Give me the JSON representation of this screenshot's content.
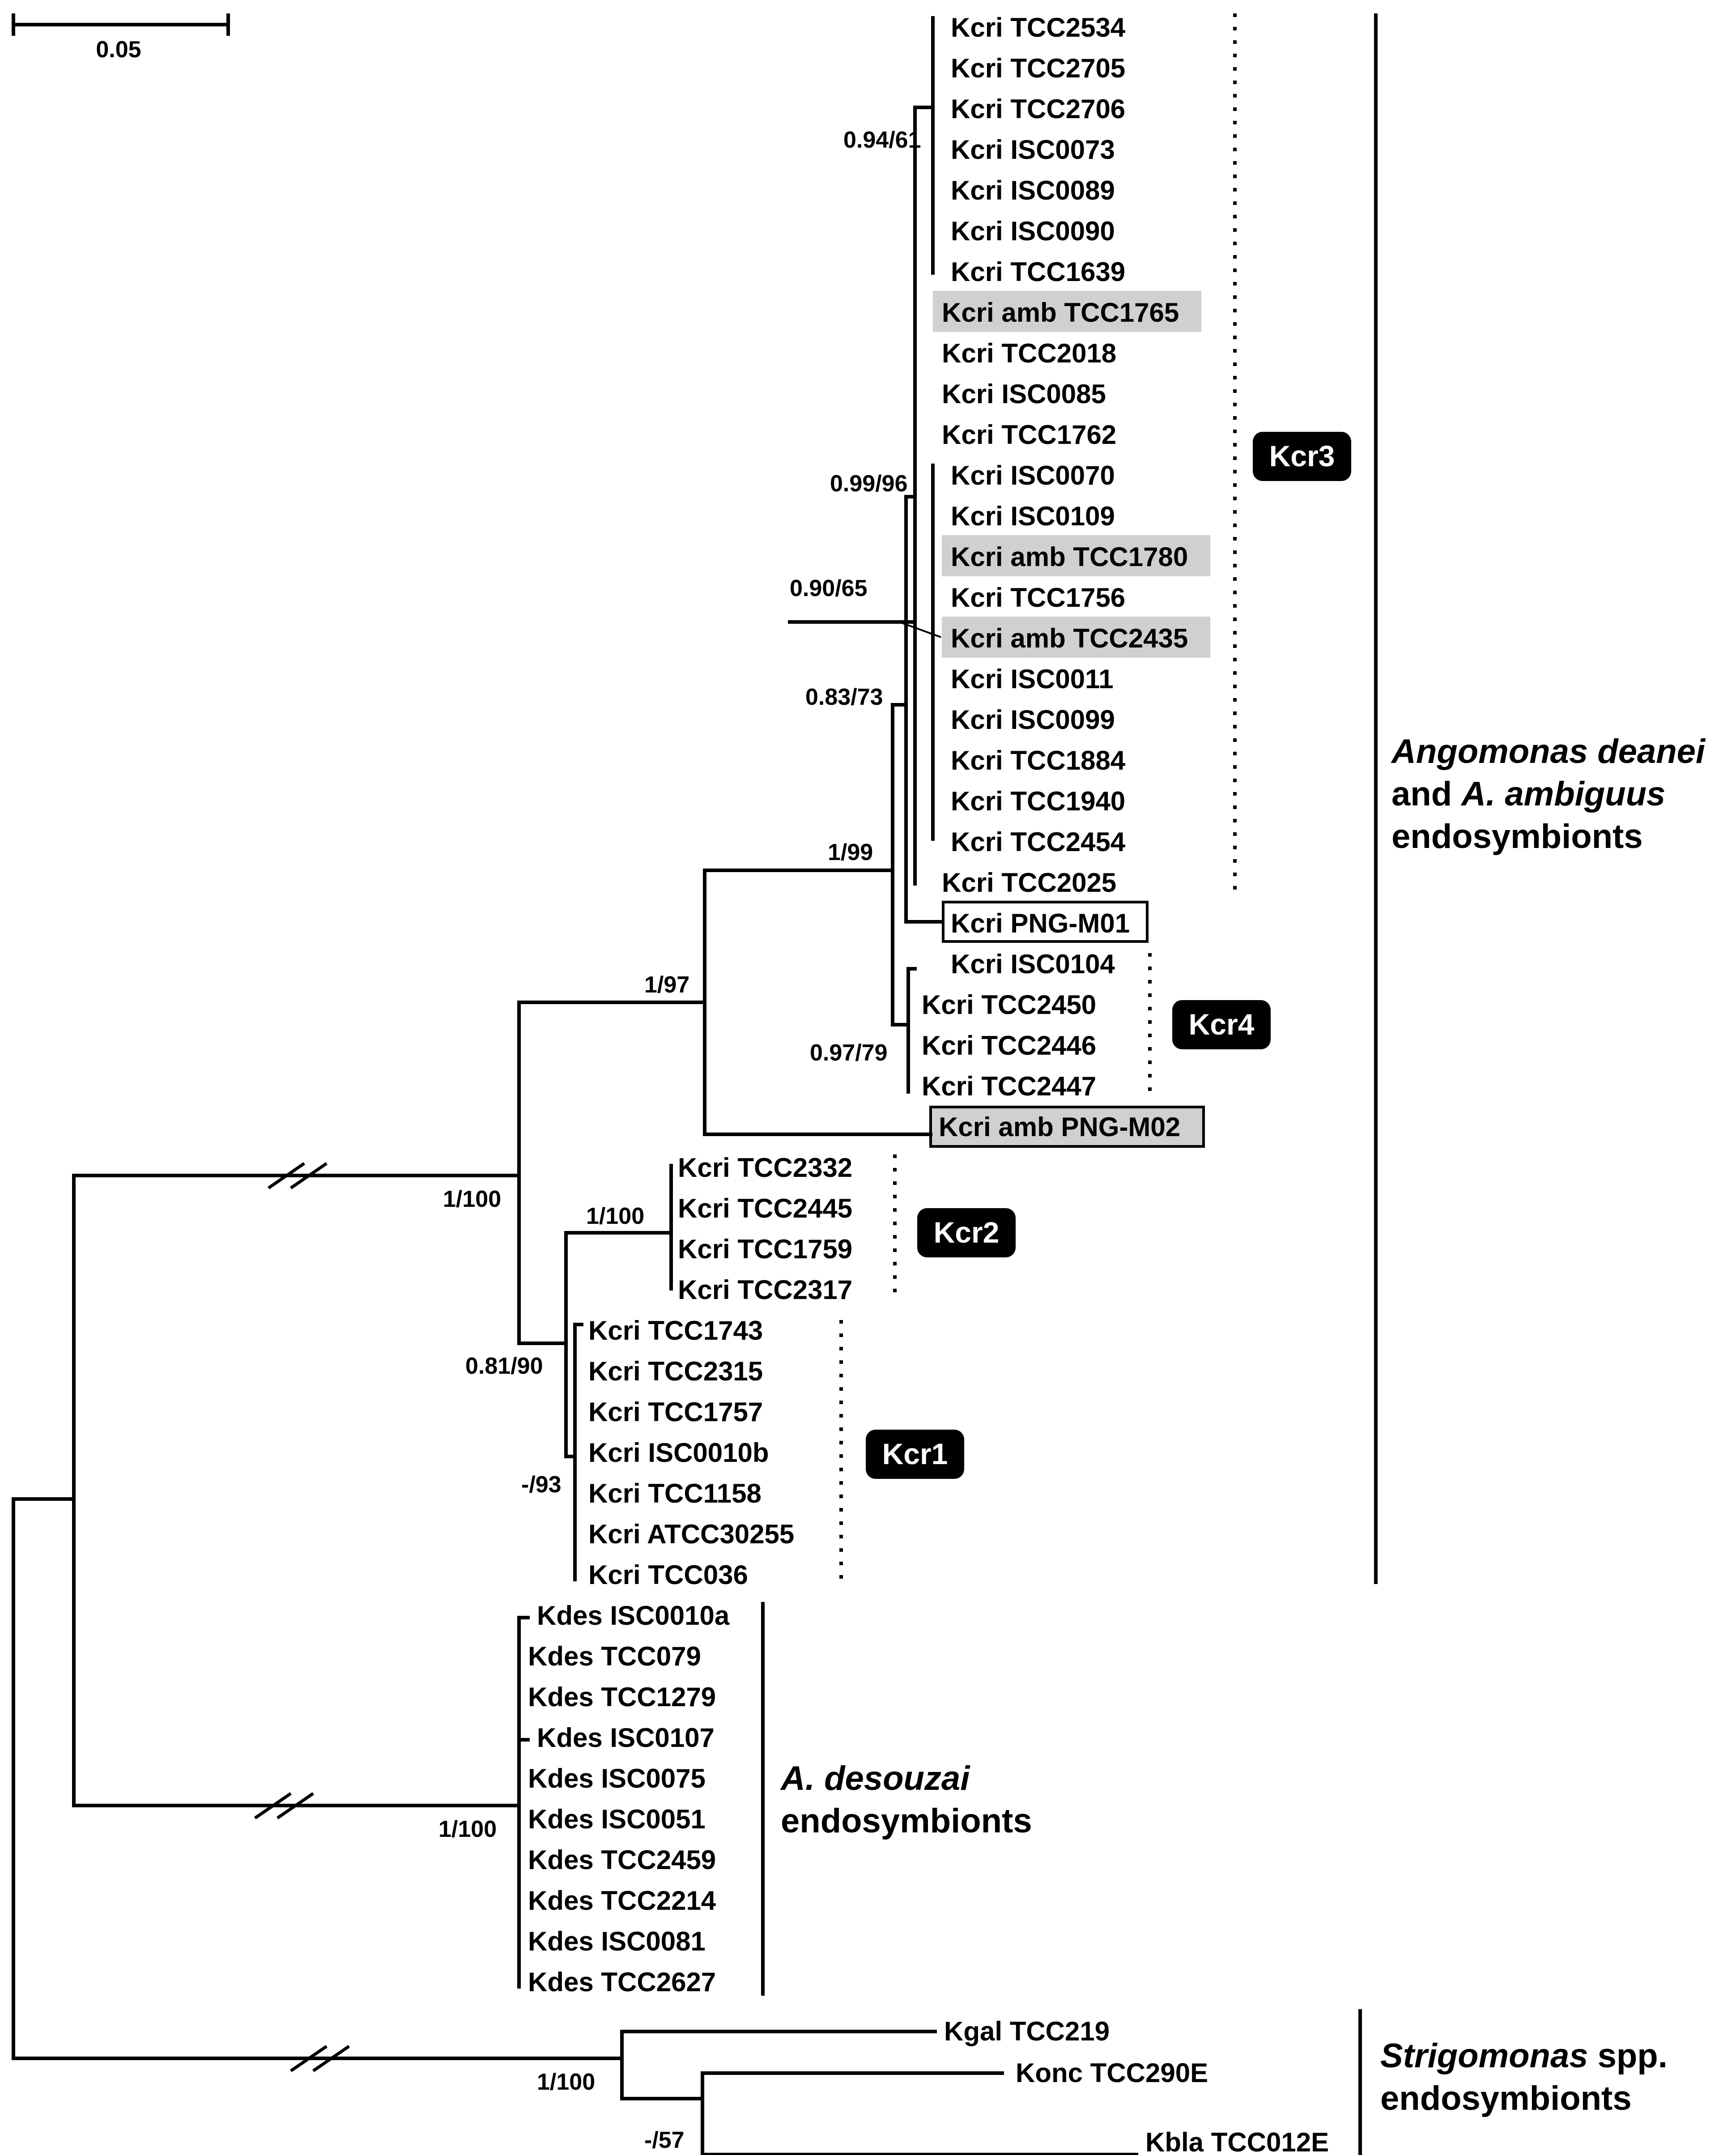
{
  "scale_bar": {
    "label": "0.05"
  },
  "tips": [
    {
      "id": "t1",
      "label": "Kcri TCC2534"
    },
    {
      "id": "t2",
      "label": "Kcri TCC2705"
    },
    {
      "id": "t3",
      "label": "Kcri TCC2706"
    },
    {
      "id": "t4",
      "label": "Kcri ISC0073"
    },
    {
      "id": "t5",
      "label": "Kcri ISC0089"
    },
    {
      "id": "t6",
      "label": "Kcri ISC0090"
    },
    {
      "id": "t7",
      "label": "Kcri TCC1639"
    },
    {
      "id": "t8",
      "label": "Kcri amb TCC1765",
      "highlight": "gray"
    },
    {
      "id": "t9",
      "label": "Kcri TCC2018"
    },
    {
      "id": "t10",
      "label": "Kcri ISC0085"
    },
    {
      "id": "t11",
      "label": "Kcri TCC1762"
    },
    {
      "id": "t12",
      "label": "Kcri ISC0070"
    },
    {
      "id": "t13",
      "label": "Kcri ISC0109"
    },
    {
      "id": "t14",
      "label": "Kcri amb TCC1780",
      "highlight": "gray"
    },
    {
      "id": "t15",
      "label": "Kcri TCC1756"
    },
    {
      "id": "t16",
      "label": "Kcri amb TCC2435",
      "highlight": "gray"
    },
    {
      "id": "t17",
      "label": "Kcri ISC0011"
    },
    {
      "id": "t18",
      "label": "Kcri ISC0099"
    },
    {
      "id": "t19",
      "label": "Kcri TCC1884"
    },
    {
      "id": "t20",
      "label": "Kcri TCC1940"
    },
    {
      "id": "t21",
      "label": "Kcri TCC2454"
    },
    {
      "id": "t22",
      "label": "Kcri TCC2025"
    },
    {
      "id": "t23",
      "label": "Kcri PNG-M01",
      "highlight": "box"
    },
    {
      "id": "t24",
      "label": "Kcri ISC0104"
    },
    {
      "id": "t25",
      "label": "Kcri TCC2450"
    },
    {
      "id": "t26",
      "label": "Kcri TCC2446"
    },
    {
      "id": "t27",
      "label": "Kcri TCC2447"
    },
    {
      "id": "t28",
      "label": "Kcri amb PNG-M02",
      "highlight": "gray-box"
    },
    {
      "id": "t29",
      "label": "Kcri TCC2332"
    },
    {
      "id": "t30",
      "label": "Kcri TCC2445"
    },
    {
      "id": "t31",
      "label": "Kcri TCC1759"
    },
    {
      "id": "t32",
      "label": "Kcri TCC2317"
    },
    {
      "id": "t33",
      "label": "Kcri TCC1743"
    },
    {
      "id": "t34",
      "label": "Kcri TCC2315"
    },
    {
      "id": "t35",
      "label": "Kcri TCC1757"
    },
    {
      "id": "t36",
      "label": "Kcri ISC0010b"
    },
    {
      "id": "t37",
      "label": "Kcri TCC1158"
    },
    {
      "id": "t38",
      "label": "Kcri ATCC30255"
    },
    {
      "id": "t39",
      "label": "Kcri TCC036"
    },
    {
      "id": "t40",
      "label": "Kdes ISC0010a"
    },
    {
      "id": "t41",
      "label": "Kdes TCC079"
    },
    {
      "id": "t42",
      "label": "Kdes TCC1279"
    },
    {
      "id": "t43",
      "label": "Kdes ISC0107"
    },
    {
      "id": "t44",
      "label": "Kdes ISC0075"
    },
    {
      "id": "t45",
      "label": "Kdes ISC0051"
    },
    {
      "id": "t46",
      "label": "Kdes TCC2459"
    },
    {
      "id": "t47",
      "label": "Kdes TCC2214"
    },
    {
      "id": "t48",
      "label": "Kdes ISC0081"
    },
    {
      "id": "t49",
      "label": "Kdes TCC2627"
    },
    {
      "id": "t50",
      "label": "Kgal TCC219"
    },
    {
      "id": "t51",
      "label": "Konc TCC290E"
    },
    {
      "id": "t52",
      "label": "Kbla TCC012E"
    }
  ],
  "support_values": [
    {
      "id": "s1",
      "label": "0.94/61"
    },
    {
      "id": "s2",
      "label": "0.99/96"
    },
    {
      "id": "s3",
      "label": "0.90/65"
    },
    {
      "id": "s4",
      "label": "0.83/73"
    },
    {
      "id": "s5",
      "label": "1/99"
    },
    {
      "id": "s6",
      "label": "1/97"
    },
    {
      "id": "s7",
      "label": "0.97/79"
    },
    {
      "id": "s8",
      "label": "1/100"
    },
    {
      "id": "s9",
      "label": "1/100"
    },
    {
      "id": "s10",
      "label": "0.81/90"
    },
    {
      "id": "s11",
      "label": "-/93"
    },
    {
      "id": "s12",
      "label": "1/100"
    },
    {
      "id": "s13",
      "label": "1/100"
    },
    {
      "id": "s14",
      "label": "-/57"
    }
  ],
  "clade_badges": [
    {
      "id": "kcr3",
      "label": "Kcr3"
    },
    {
      "id": "kcr4",
      "label": "Kcr4"
    },
    {
      "id": "kcr2",
      "label": "Kcr2"
    },
    {
      "id": "kcr1",
      "label": "Kcr1"
    }
  ],
  "groups": {
    "angomonas": {
      "line1_italic": "Angomonas deanei",
      "line2_plain": "and ",
      "line2_italic": "A. ambiguus",
      "line3": "endosymbionts"
    },
    "desouzai": {
      "line1_italic": "A. desouzai",
      "line2": "endosymbionts"
    },
    "strigomonas": {
      "line1_italic": "Strigomonas",
      "line1_plain": " spp.",
      "line2": "endosymbionts"
    }
  },
  "colors": {
    "line": "#000000",
    "highlight_gray": "#d0d0d0",
    "badge": "#000000",
    "badge_text": "#ffffff"
  }
}
